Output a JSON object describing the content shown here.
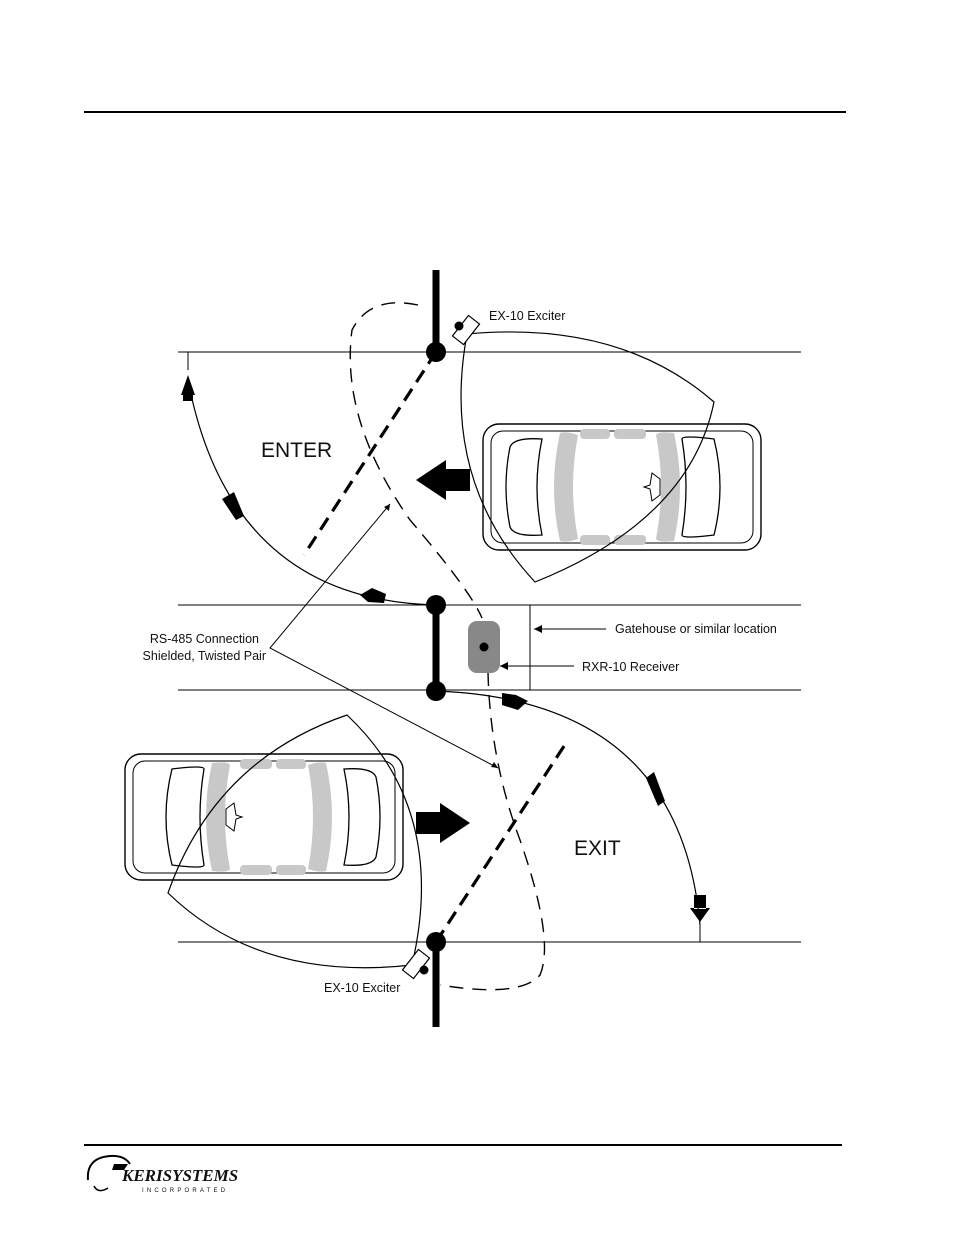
{
  "diagram": {
    "labels": {
      "ex10_top": "EX-10 Exciter",
      "ex10_bottom": "EX-10 Exciter",
      "enter": "ENTER",
      "exit": "EXIT",
      "rs485_line1": "RS-485 Connection",
      "rs485_line2": "Shielded, Twisted Pair",
      "gatehouse": "Gatehouse or similar location",
      "receiver": "RXR-10 Receiver"
    }
  },
  "footer": {
    "logo_text": "KERISYSTEMS",
    "logo_subtext": "INCORPORATED"
  }
}
